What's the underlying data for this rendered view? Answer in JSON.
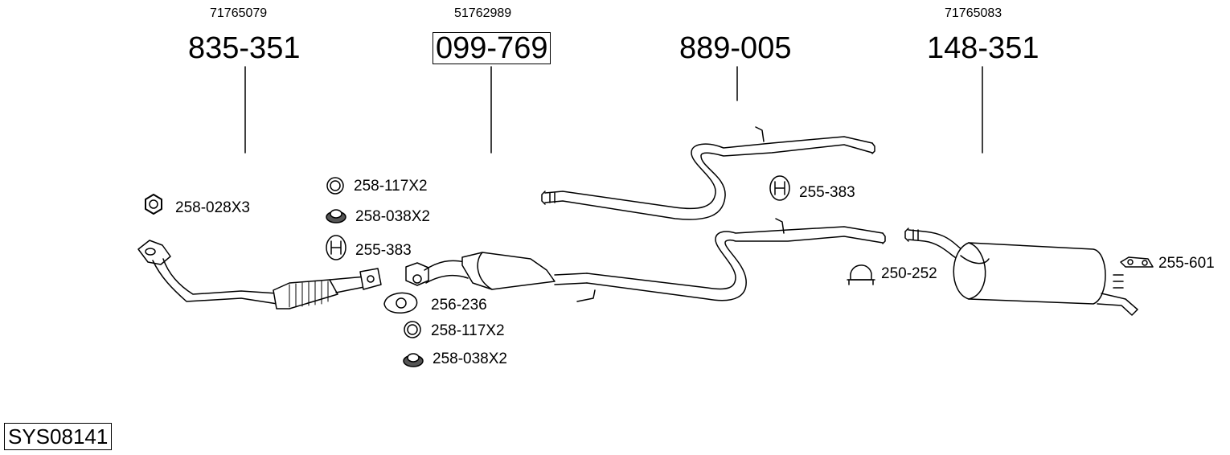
{
  "parts": [
    {
      "oe": "71765079",
      "number": "835-351"
    },
    {
      "oe": "51762989",
      "number": "099-769"
    },
    {
      "oe": "",
      "number": "889-005"
    },
    {
      "oe": "71765083",
      "number": "148-351"
    }
  ],
  "fittings": [
    {
      "label": "258-028X3",
      "icon": "hex-nut-icon"
    },
    {
      "label": "258-117X2",
      "icon": "sealing-ring-icon"
    },
    {
      "label": "258-038X2",
      "icon": "flange-nut-icon"
    },
    {
      "label": "255-383",
      "icon": "rubber-mount-icon"
    },
    {
      "label": "256-236",
      "icon": "gasket-icon"
    },
    {
      "label": "258-117X2",
      "icon": "sealing-ring-icon"
    },
    {
      "label": "258-038X2",
      "icon": "flange-nut-icon"
    },
    {
      "label": "255-383",
      "icon": "rubber-mount-icon"
    },
    {
      "label": "250-252",
      "icon": "pipe-clamp-icon"
    },
    {
      "label": "255-601",
      "icon": "hanger-bracket-icon"
    }
  ],
  "system_code": "SYS08141"
}
